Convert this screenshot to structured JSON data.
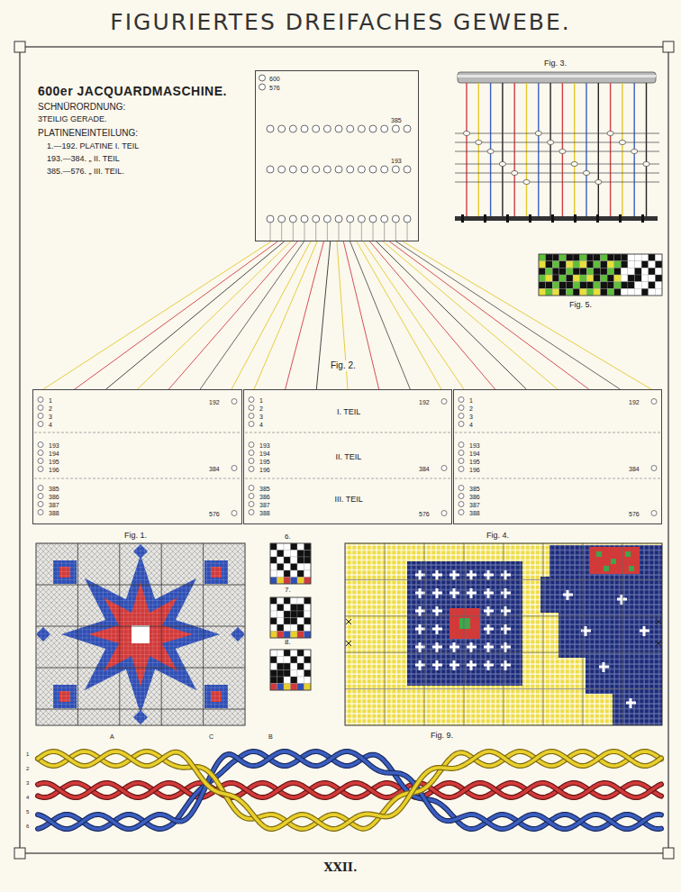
{
  "diagram": {
    "title": "FIGURIERTES DREIFACHES GEWEBE.",
    "caption": "XXII.",
    "nodes": [
      {
        "text": [
          "600",
          "576",
          "385",
          "193"
        ]
      },
      {
        "text": [
          "1",
          "2",
          "3",
          "4",
          "193",
          "194",
          "195",
          "196",
          "385",
          "386",
          "387",
          "388",
          "192",
          "384",
          "576"
        ]
      },
      {
        "text": [
          "1",
          "2",
          "3",
          "4",
          "193",
          "194",
          "195",
          "196",
          "385",
          "386",
          "387",
          "388",
          "I. TEIL",
          "II. TEIL",
          "III. TEIL",
          "192",
          "384",
          "576"
        ]
      },
      {
        "text": [
          "1",
          "2",
          "3",
          "4",
          "193",
          "194",
          "195",
          "196",
          "385",
          "386",
          "387",
          "388",
          "192",
          "384",
          "576"
        ]
      }
    ],
    "edges": [
      {
        "from": 0,
        "to": 1,
        "arrow": "none"
      },
      {
        "from": 0,
        "to": 2,
        "arrow": "none"
      },
      {
        "from": 0,
        "to": 3,
        "arrow": "none"
      }
    ],
    "labels": [
      "600er JACQUARDMASCHINE.",
      "SCHNÜRORDNUNG:",
      "3TEILIG GERADE.",
      "PLATINENEINTEILUNG:",
      "1.—192. PLATINE I. TEIL",
      "193.—384. „ II. TEIL",
      "385.—576. „ III. TEIL.",
      "Fig. 3.",
      "Fig. 5.",
      "Fig. 2.",
      "Fig. 1.",
      "6.",
      "7.",
      "8.",
      "Fig. 4.",
      "Fig. 9.",
      "A",
      "C",
      "B",
      "1",
      "2",
      "3",
      "4",
      "5",
      "6"
    ]
  }
}
